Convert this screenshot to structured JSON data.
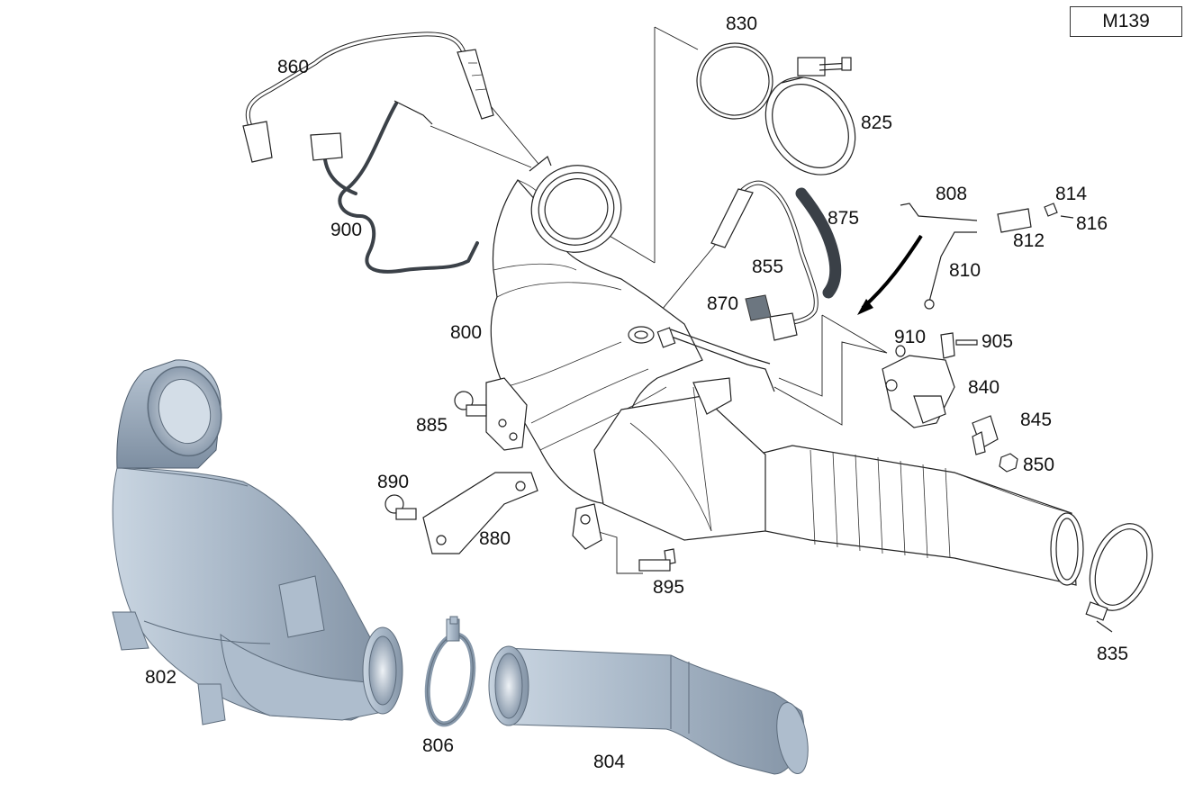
{
  "diagram_code": "M139",
  "callouts": {
    "p800": "800",
    "p802": "802",
    "p804": "804",
    "p806": "806",
    "p808": "808",
    "p810": "810",
    "p812": "812",
    "p814": "814",
    "p816": "816",
    "p825": "825",
    "p830": "830",
    "p835": "835",
    "p840": "840",
    "p845": "845",
    "p850": "850",
    "p855": "855",
    "p860": "860",
    "p870": "870",
    "p875": "875",
    "p880": "880",
    "p885": "885",
    "p890": "890",
    "p895": "895",
    "p900": "900",
    "p905": "905",
    "p910": "910"
  },
  "colors": {
    "part_fill": "#aab9c9",
    "part_outline": "#5d6c7c",
    "line_art": "#222222",
    "hose": "#3a4047"
  }
}
